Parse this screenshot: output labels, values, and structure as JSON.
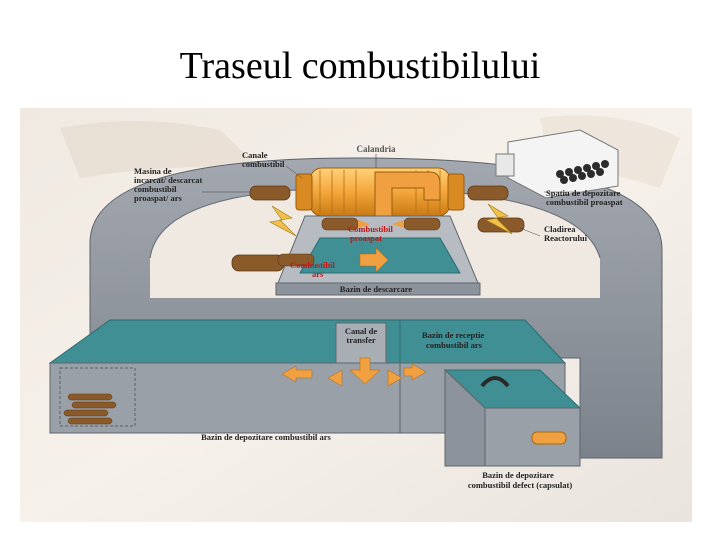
{
  "slide": {
    "title": "Traseul combustibilului"
  },
  "labels": {
    "calandria": "Calandria",
    "canale_1": "Canale",
    "canale_2": "combustibil",
    "masina_1": "Masina de",
    "masina_2": "incarcat/ descarcat",
    "masina_3": "combustibil",
    "masina_4": "proaspat/ ars",
    "spatiu_1": "Spatiu de depozitare",
    "spatiu_2": "combustibil proaspat",
    "cladirea_1": "Cladirea",
    "cladirea_2": "Reactorului",
    "comb_proaspat_1": "Combustibil",
    "comb_proaspat_2": "proaspat",
    "comb_ars_1": "Combustibil",
    "comb_ars_2": "ars",
    "bazin_descarcare": "Bazin de descarcare",
    "canal_1": "Canal de",
    "canal_2": "transfer",
    "receptie_1": "Bazin de receptie",
    "receptie_2": "combustibil ars",
    "depozitare_ars": "Bazin de depozitare combustibil ars",
    "defect_1": "Bazin de depozitare",
    "defect_2": "combustibil defect (capsulat)"
  },
  "colors": {
    "wall": "#8d939c",
    "water": "#3f8f94",
    "calandria": "#f3a63a",
    "arrow": "#f0a040",
    "fuel": "#8b5a2b"
  }
}
